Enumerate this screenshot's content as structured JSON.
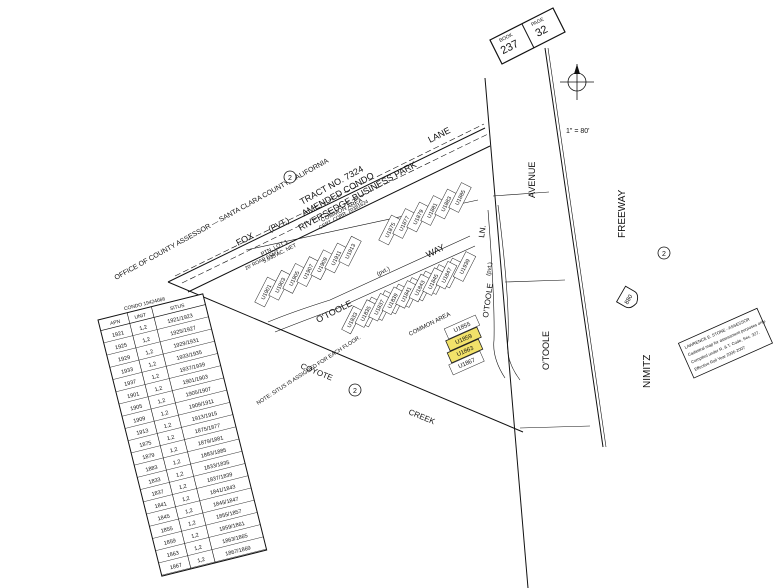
{
  "header": {
    "book_label": "BOOK",
    "book_number": "237",
    "page_label": "PAGE",
    "page_number": "32"
  },
  "scale": "1\" = 80'",
  "office": "OFFICE OF COUNTY ASSESSOR — SANTA CLARA COUNTY, CALIFORNIA",
  "tract": {
    "line1": "TRACT NO. 7324",
    "line2": "AMENDED CONDO",
    "line3": "RIVERSEDGE BUSINESS PARK",
    "line4": "CERT. CORR. 20381624"
  },
  "circle_markers": [
    "2",
    "2",
    "2"
  ],
  "streets": {
    "fox": "FOX",
    "lane": "LANE",
    "pvt": "(PVT.)",
    "road_esmt": "20' ROAD ESMT.",
    "avenue": "AVENUE",
    "otoole_ave": "O'TOOLE",
    "otoole_upper": "O'TOOLE",
    "otoole_ln": "O'TOOLE",
    "ln": "LN.",
    "way": "WAY",
    "freeway": "FREEWAY",
    "nimitz": "NIMITZ",
    "coyote": "COYOTE",
    "creek": "CREEK",
    "hwy": "880",
    "pvt_mark": "(pvt.)"
  },
  "parcel_labels": {
    "ptn_lot": "PTN. LOT 1",
    "acreage": "5.035 AC. NET",
    "common_area_top": "COMMON AREA",
    "common_area_bottom": "COMMON AREA",
    "note": "NOTE: SITUS IS ASSIGNED FOR EACH FLOOR."
  },
  "highlighted_units": [
    "U1859",
    "U1863"
  ],
  "units_row_top": [
    "U1875",
    "U1877",
    "U1879",
    "U1881",
    "U1883",
    "U1885"
  ],
  "units_row_fox": [
    "U1901",
    "U1903",
    "U1905",
    "U1907",
    "U1909",
    "U1911",
    "U1913"
  ],
  "units_row_way": [
    "U1925",
    "U1927",
    "U1929",
    "U1931",
    "U1933",
    "U1935",
    "U1937",
    "U1939"
  ],
  "units_row_otoole": [
    "U1833",
    "U1835",
    "U1837",
    "U1839",
    "U1841",
    "U1843",
    "U1845",
    "U1847"
  ],
  "units_cluster": [
    "U1855",
    "U1859",
    "U1863",
    "U1867"
  ],
  "assessor_stamp": {
    "line1": "LAWRENCE E. STONE - ASSESSOR",
    "line2": "Cadastral map for assessment purposes only.",
    "line3": "Compiled under R. & T. Code, Sec. 327.",
    "line4": "Effective Roll Year 2006-2007"
  },
  "table": {
    "title": "CONDO 19424666",
    "headers": [
      "APN",
      "UNIT",
      "SITUS"
    ],
    "rows": [
      [
        "1921",
        "1,2",
        "1921/1923"
      ],
      [
        "1925",
        "1,2",
        "1925/1927"
      ],
      [
        "1929",
        "1,2",
        "1929/1931"
      ],
      [
        "1933",
        "1,2",
        "1933/1935"
      ],
      [
        "1937",
        "1,2",
        "1937/1939"
      ],
      [
        "1901",
        "1,2",
        "1901/1903"
      ],
      [
        "1905",
        "1,2",
        "1905/1907"
      ],
      [
        "1909",
        "1,2",
        "1909/1911"
      ],
      [
        "1913",
        "1,2",
        "1913/1915"
      ],
      [
        "1875",
        "1,2",
        "1875/1877"
      ],
      [
        "1879",
        "1,2",
        "1879/1881"
      ],
      [
        "1883",
        "1,2",
        "1883/1885"
      ],
      [
        "1833",
        "1,2",
        "1833/1835"
      ],
      [
        "1837",
        "1,2",
        "1837/1839"
      ],
      [
        "1841",
        "1,2",
        "1841/1843"
      ],
      [
        "1845",
        "1,2",
        "1845/1847"
      ],
      [
        "1855",
        "1,2",
        "1855/1857"
      ],
      [
        "1859",
        "1,2",
        "1859/1861"
      ],
      [
        "1863",
        "1,2",
        "1863/1865"
      ],
      [
        "1867",
        "1,2",
        "1867/1869"
      ]
    ]
  }
}
